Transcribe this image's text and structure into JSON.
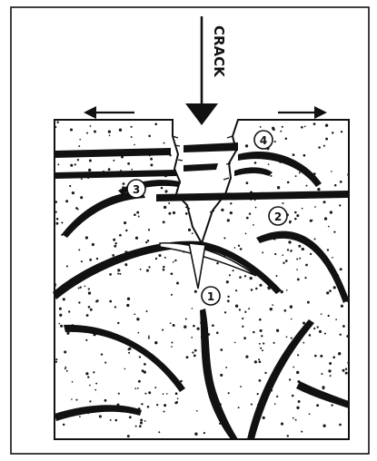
{
  "figure": {
    "crack_label": "CRACK",
    "markers": [
      "1",
      "2",
      "3",
      "4"
    ],
    "colors": {
      "ink": "#111111",
      "paper": "#ffffff"
    },
    "arrows": [
      "left-arrow",
      "right-arrow",
      "down-arrow"
    ]
  }
}
